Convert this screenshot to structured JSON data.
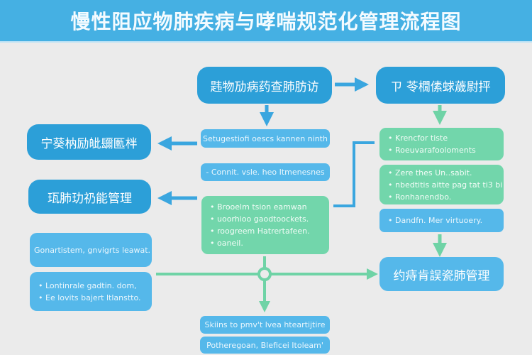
{
  "header": {
    "title": "慢性阻应物肺疾病与哮喘规范化管理流程图"
  },
  "colors": {
    "header_bg": "#45b0e3",
    "dark_blue": "#2c9fd8",
    "light_blue": "#55b8ea",
    "green": "#72d6ab",
    "background": "#ebebeb"
  },
  "nodes": {
    "start": "韪物劢病药查肺肪访",
    "top_right": "ㄗ 苓橌傃蛷薉尉抨",
    "left_1": "宁葵枘励皉镾匭柈",
    "left_2": "珁肺玏礽能管理",
    "center_1": "Setugestiofi oescs kannen ninth",
    "center_2": "- Connit. vsle. heo Itmenesnes",
    "green_center": [
      "Brooelm tsion eamwan",
      "uoorhioo gaodtoockets.",
      "roogreem Hatrertafeen.",
      "oaneil."
    ],
    "green_right_1": [
      "Krencfor tiste",
      "Roeuvarafooloments"
    ],
    "green_right_2": [
      "Zere thes Un..sabit.",
      "nbedtitis aitte pag tat ti3 bi",
      "Ronhanendbo."
    ],
    "right_light": "Dandfn. Mer virtuoery.",
    "bottom_right": "约痔肯誤瓷肺管理",
    "left_lower_1": "Gonartistem, gnvigrts leawat.",
    "left_lower_2": [
      "Lontinrale gadtin. dom,",
      "Ee lovits bajert ltlanstto."
    ],
    "bottom_1": "Skiins to pmv't lvea hteartijtire",
    "bottom_2": "Potheregoan, Bleficei Itoleam'"
  }
}
